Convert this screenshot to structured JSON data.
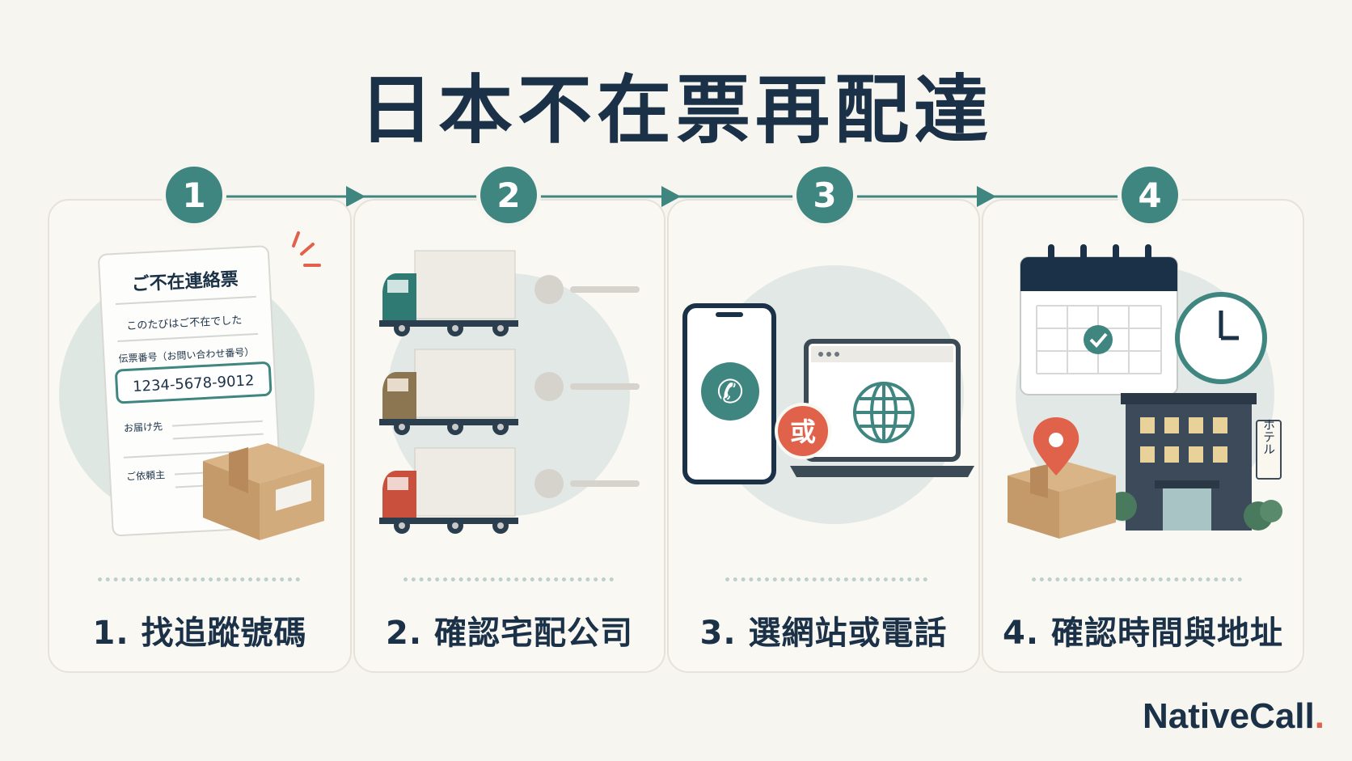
{
  "title": "日本不在票再配達",
  "steps": [
    {
      "number": "1",
      "label": "1. 找追蹤號碼"
    },
    {
      "number": "2",
      "label": "2. 確認宅配公司"
    },
    {
      "number": "3",
      "label": "3. 選網站或電話"
    },
    {
      "number": "4",
      "label": "4. 確認時間與地址"
    }
  ],
  "notice": {
    "heading": "ご不在連絡票",
    "line1": "このたびはご不在でした",
    "tracking_label": "伝票番号（お問い合わせ番号）",
    "tracking_number": "1234-5678-9012",
    "deliver_to": "お届け先",
    "sender": "ご依頼主"
  },
  "step3_or": "或",
  "hotel_sign": "ホテル",
  "brand": {
    "name": "NativeCall",
    "dot": "."
  },
  "colors": {
    "teal": "#3f8580",
    "navy": "#1b3148",
    "accent": "#e0624a",
    "background": "#f7f5ef"
  },
  "icons": [
    "delivery-notice-icon",
    "package-icon",
    "truck-icon",
    "phone-icon",
    "laptop-icon",
    "globe-icon",
    "calendar-icon",
    "clock-icon",
    "location-pin-icon",
    "hotel-icon"
  ]
}
